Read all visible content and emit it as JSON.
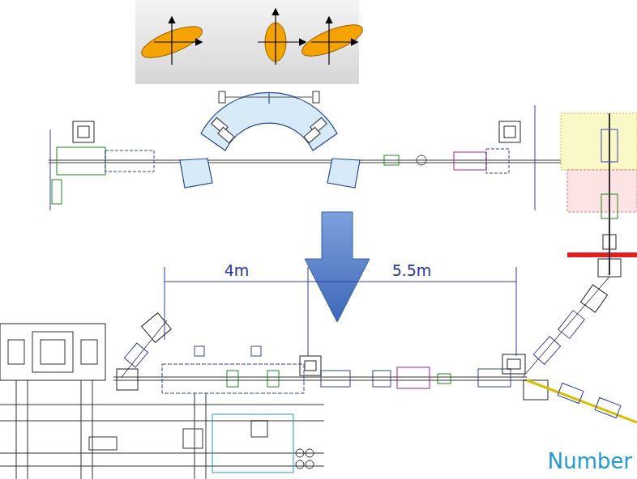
{
  "diagram": {
    "labels": [
      "4m",
      "5.5m",
      "Number"
    ]
  }
}
